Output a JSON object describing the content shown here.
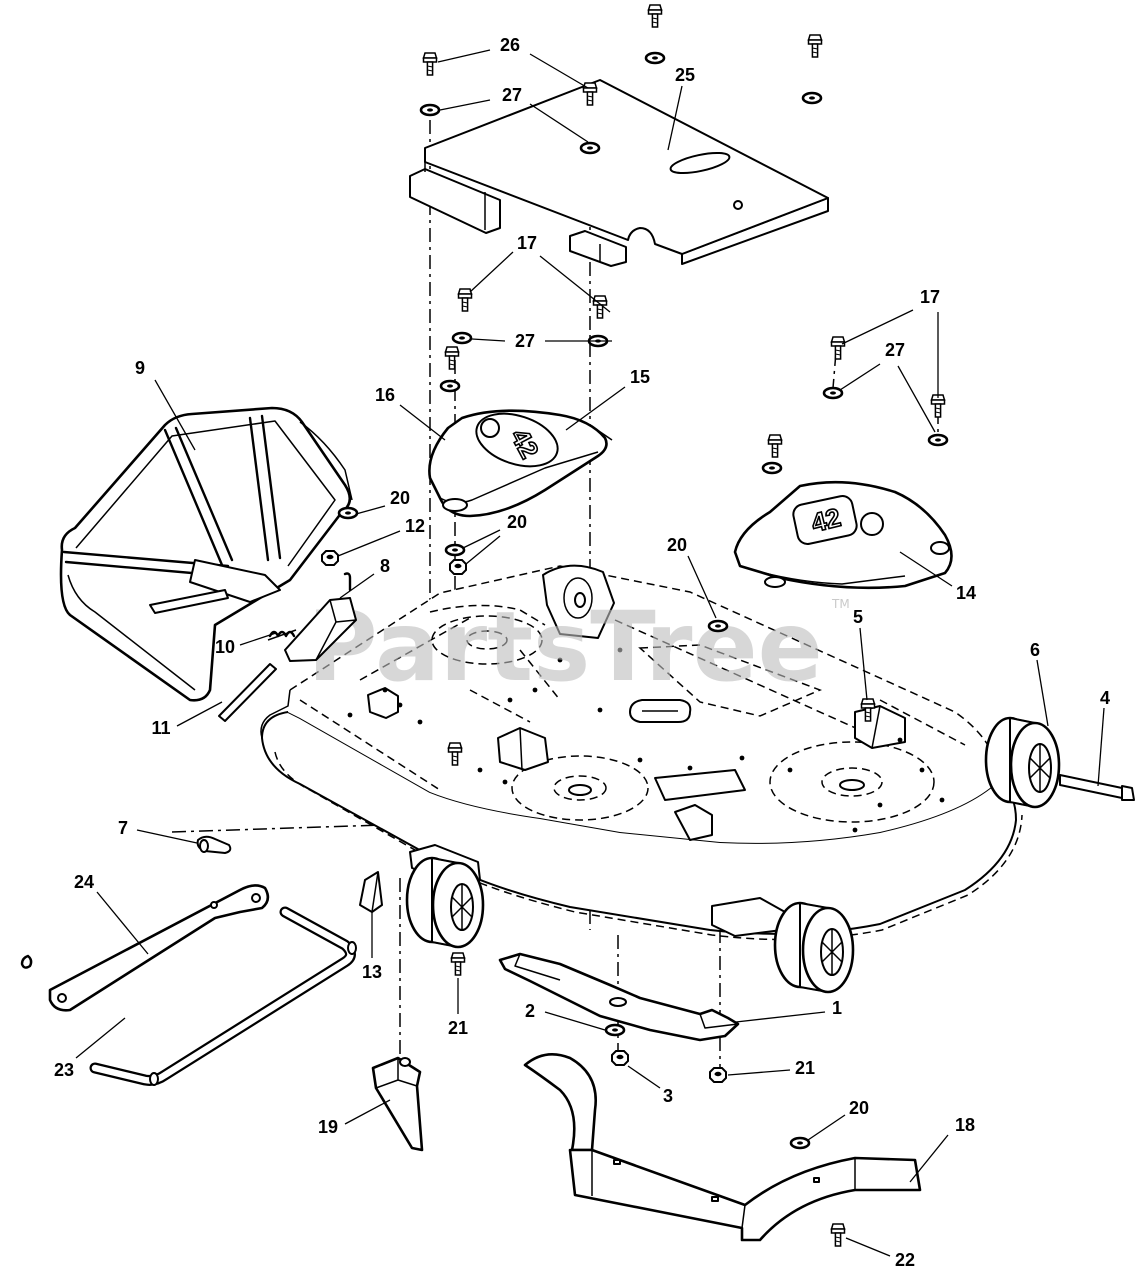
{
  "watermark": {
    "text": "PartsTree",
    "tm": "TM"
  },
  "badges": [
    "42",
    "42"
  ],
  "callouts": [
    "26",
    "27",
    "25",
    "17",
    "27",
    "17",
    "27",
    "9",
    "16",
    "15",
    "20",
    "12",
    "20",
    "20",
    "8",
    "14",
    "5",
    "6",
    "4",
    "10",
    "11",
    "7",
    "24",
    "13",
    "21",
    "2",
    "1",
    "23",
    "3",
    "21",
    "19",
    "20",
    "18",
    "22"
  ]
}
